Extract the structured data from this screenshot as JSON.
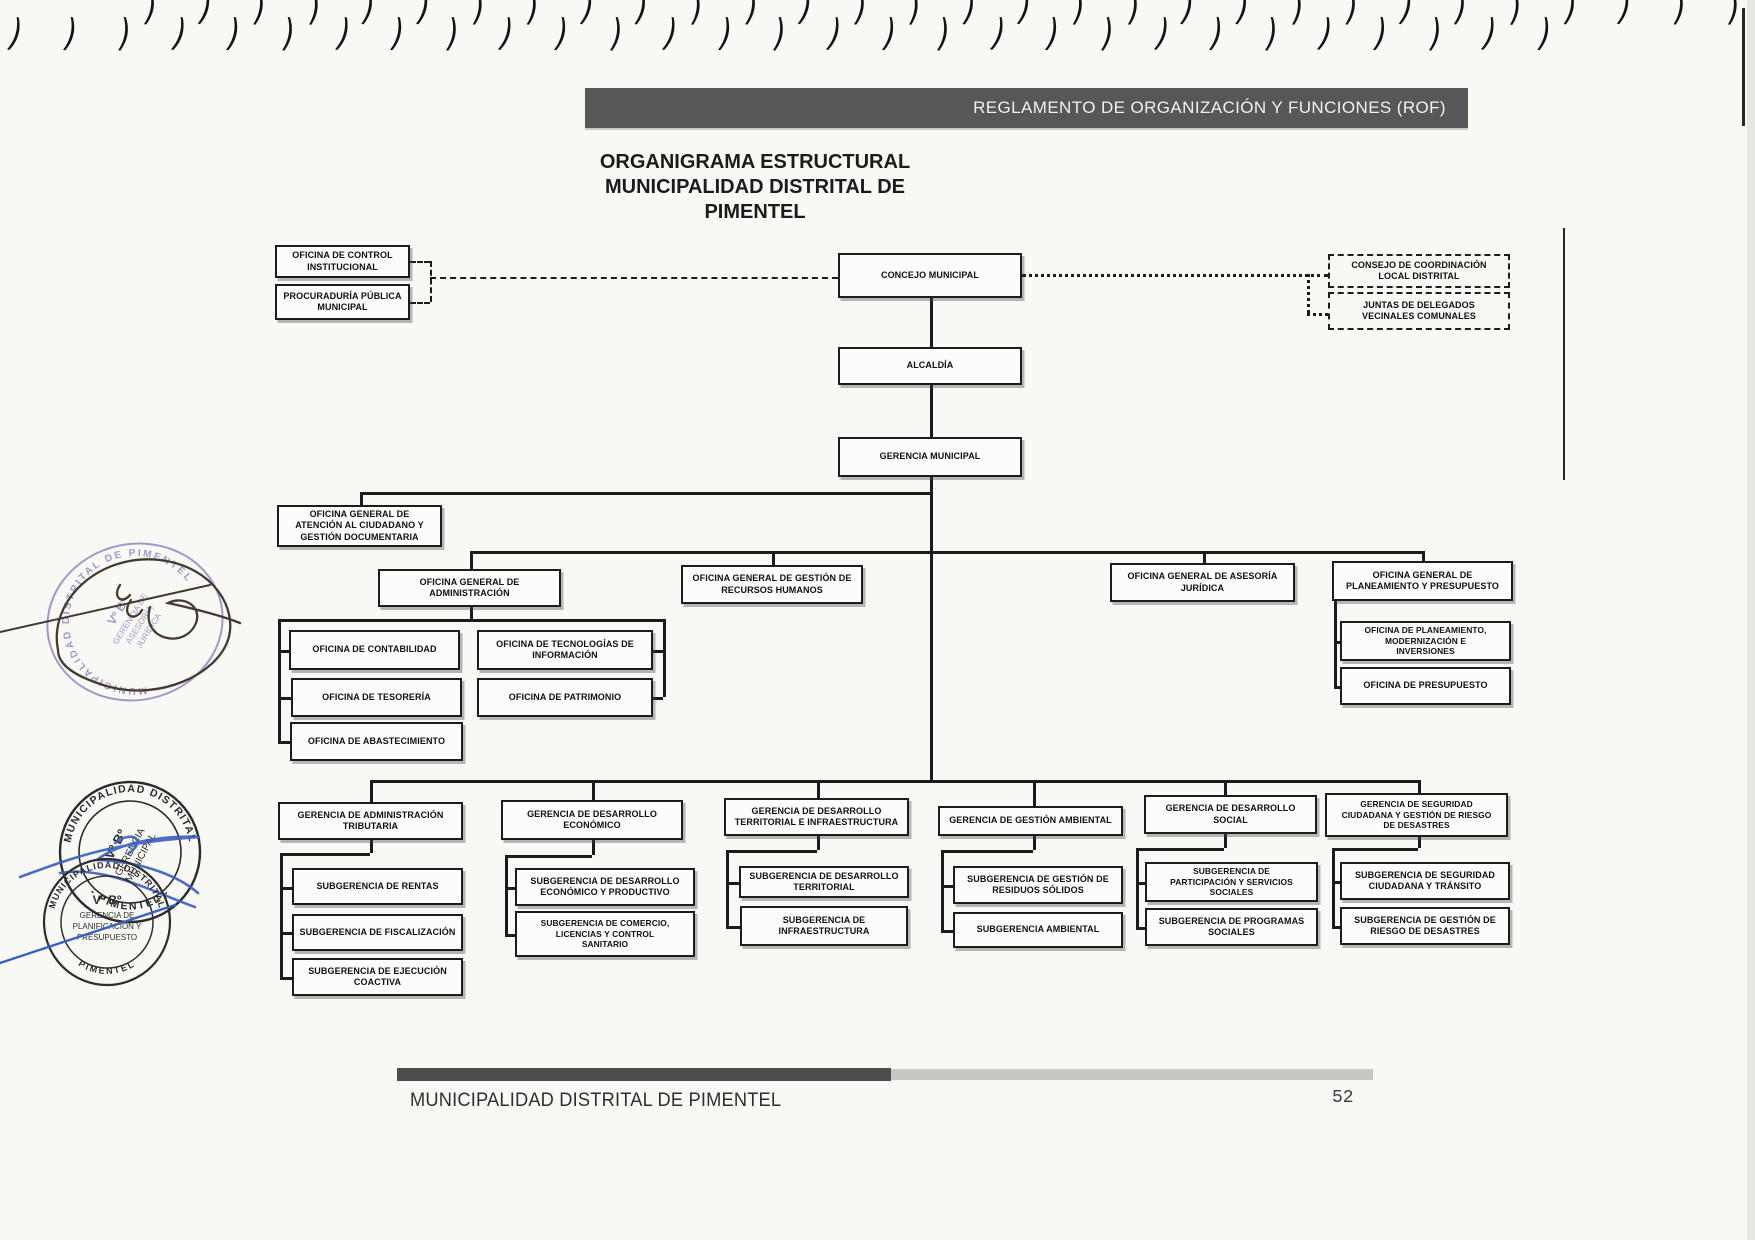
{
  "header": {
    "bar_label": "REGLAMENTO DE ORGANIZACIÓN Y FUNCIONES (ROF)"
  },
  "title": {
    "line1": "ORGANIGRAMA ESTRUCTURAL",
    "line2": "MUNICIPALIDAD DISTRITAL DE PIMENTEL"
  },
  "footer": {
    "label": "MUNICIPALIDAD DISTRITAL DE PIMENTEL",
    "page_number": "52"
  },
  "chart": {
    "type": "org-chart",
    "nodes": [
      {
        "id": "oci",
        "label": "OFICINA DE CONTROL\nINSTITUCIONAL"
      },
      {
        "id": "procuraduria",
        "label": "PROCURADURÍA PÚBLICA\nMUNICIPAL"
      },
      {
        "id": "concejo",
        "label": "CONCEJO MUNICIPAL"
      },
      {
        "id": "ccld",
        "label": "CONSEJO DE COORDINACIÓN\nLOCAL DISTRITAL"
      },
      {
        "id": "juntas",
        "label": "JUNTAS DE DELEGADOS\nVECINALES COMUNALES"
      },
      {
        "id": "alcaldia",
        "label": "ALCALDÍA"
      },
      {
        "id": "gmunicipal",
        "label": "GERENCIA MUNICIPAL"
      },
      {
        "id": "atencion",
        "label": "OFICINA GENERAL DE\nATENCIÓN AL CIUDADANO Y\nGESTIÓN DOCUMENTARIA"
      },
      {
        "id": "oga",
        "label": "OFICINA GENERAL DE\nADMINISTRACIÓN"
      },
      {
        "id": "rrhh",
        "label": "OFICINA GENERAL DE GESTIÓN DE\nRECURSOS HUMANOS"
      },
      {
        "id": "asesoria",
        "label": "OFICINA GENERAL DE ASESORÍA\nJURÍDICA"
      },
      {
        "id": "planeamiento",
        "label": "OFICINA GENERAL DE\nPLANEAMIENTO Y PRESUPUESTO"
      },
      {
        "id": "contabilidad",
        "label": "OFICINA DE CONTABILIDAD"
      },
      {
        "id": "tesoreria",
        "label": "OFICINA DE TESORERÍA"
      },
      {
        "id": "abastecimiento",
        "label": "OFICINA DE ABASTECIMIENTO"
      },
      {
        "id": "tecnologias",
        "label": "OFICINA DE TECNOLOGÍAS DE\nINFORMACIÓN"
      },
      {
        "id": "patrimonio",
        "label": "OFICINA DE PATRIMONIO"
      },
      {
        "id": "plan_mod",
        "label": "OFICINA DE PLANEAMIENTO,\nMODERNIZACIÓN E\nINVERSIONES"
      },
      {
        "id": "presupuesto",
        "label": "OFICINA DE PRESUPUESTO"
      },
      {
        "id": "g_tributaria",
        "label": "GERENCIA DE ADMINISTRACIÓN\nTRIBUTARIA"
      },
      {
        "id": "g_economico",
        "label": "GERENCIA DE DESARROLLO\nECONÓMICO"
      },
      {
        "id": "g_territorial",
        "label": "GERENCIA DE DESARROLLO\nTERRITORIAL E INFRAESTRUCTURA"
      },
      {
        "id": "g_ambiental",
        "label": "GERENCIA DE GESTIÓN AMBIENTAL"
      },
      {
        "id": "g_social",
        "label": "GERENCIA DE DESARROLLO\nSOCIAL"
      },
      {
        "id": "g_seguridad",
        "label": "GERENCIA DE SEGURIDAD\nCIUDADANA Y GESTIÓN DE RIESGO\nDE DESASTRES"
      },
      {
        "id": "sg_rentas",
        "label": "SUBGERENCIA DE RENTAS"
      },
      {
        "id": "sg_fiscalizacion",
        "label": "SUBGERENCIA DE FISCALIZACIÓN"
      },
      {
        "id": "sg_coactiva",
        "label": "SUBGERENCIA DE EJECUCIÓN\nCOACTIVA"
      },
      {
        "id": "sg_econ",
        "label": "SUBGERENCIA DE DESARROLLO\nECONÓMICO Y PRODUCTIVO"
      },
      {
        "id": "sg_comercio",
        "label": "SUBGERENCIA DE COMERCIO,\nLICENCIAS Y CONTROL\nSANITARIO"
      },
      {
        "id": "sg_territorial",
        "label": "SUBGERENCIA DE DESARROLLO\nTERRITORIAL"
      },
      {
        "id": "sg_infra",
        "label": "SUBGERENCIA DE\nINFRAESTRUCTURA"
      },
      {
        "id": "sg_residuos",
        "label": "SUBGERENCIA DE GESTIÓN DE\nRESIDUOS SÓLIDOS"
      },
      {
        "id": "sg_ambiental",
        "label": "SUBGERENCIA AMBIENTAL"
      },
      {
        "id": "sg_participacion",
        "label": "SUBGERENCIA DE\nPARTICIPACIÓN Y SERVICIOS\nSOCIALES"
      },
      {
        "id": "sg_programas",
        "label": "SUBGERENCIA DE PROGRAMAS\nSOCIALES"
      },
      {
        "id": "sg_seguridad",
        "label": "SUBGERENCIA DE SEGURIDAD\nCIUDADANA Y TRÁNSITO"
      },
      {
        "id": "sg_riesgo",
        "label": "SUBGERENCIA DE GESTIÓN DE\nRIESGO DE DESASTRES"
      }
    ]
  },
  "stamps": {
    "asesoria": {
      "ring": "MUNICIPALIDAD DISTRITAL DE PIMENTEL",
      "vobo": "Vº Bº",
      "line1": "GERENCIA DE",
      "line2": "ASESORÍA",
      "line3": "JURÍDICA",
      "color": "#8d80c4"
    },
    "gerencia_municipal": {
      "ring_top": "MUNICIPALIDAD DISTRITAL",
      "ring_bottom": "- PIMENTEL -",
      "vobo": "Vº Bº",
      "line1": "GERENCIA",
      "line2": "MUNICIPAL",
      "color": "#2b2b2b"
    },
    "planificacion": {
      "ring_top": "MUNICIPALIDAD DISTRITAL",
      "ring_bottom": "PIMENTEL",
      "vobo": "Vº Bº",
      "line1": "GERENCIA DE",
      "line2": "PLANIFICACIÓN Y",
      "line3": "PRESUPUESTO",
      "color": "#2e2e2e"
    }
  }
}
